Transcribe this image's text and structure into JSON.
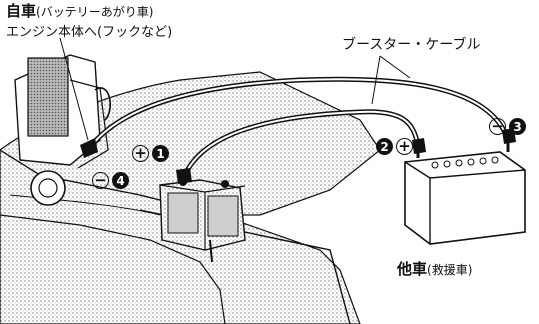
{
  "labels": {
    "own_car": "自車",
    "own_car_note": "(バッテリーあがり車)",
    "engine": "エンジン本体へ(フックなど)",
    "cable": "ブースター・ケーブル",
    "other_car": "他車",
    "other_car_note": "(救援車)"
  },
  "markers": {
    "m1": {
      "sign": "+",
      "number": "1"
    },
    "m2": {
      "sign": "+",
      "number": "2"
    },
    "m3": {
      "sign": "−",
      "number": "3"
    },
    "m4": {
      "sign": "−",
      "number": "4"
    }
  },
  "colors": {
    "ink": "#111111",
    "shade": "#d9d9d9",
    "paper": "#ffffff"
  }
}
